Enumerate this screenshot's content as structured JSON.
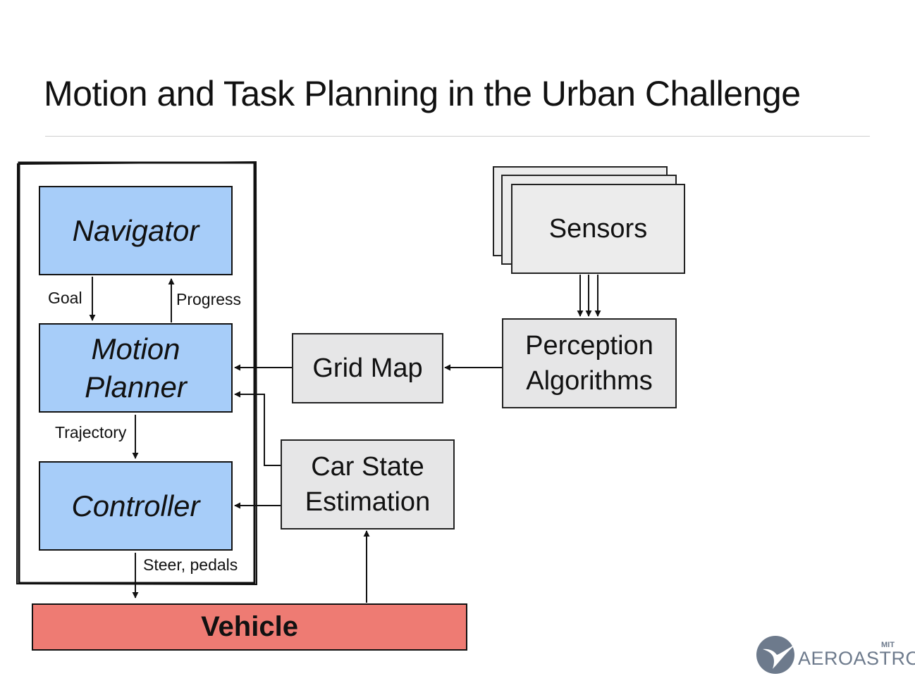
{
  "slide": {
    "title": "Motion and Task Planning in the Urban Challenge"
  },
  "nodes": {
    "navigator": "Navigator",
    "motion_planner": "Motion\nPlanner",
    "controller": "Controller",
    "sensors": "Sensors",
    "perception": "Perception\nAlgorithms",
    "grid_map": "Grid Map",
    "car_state": "Car State\nEstimation",
    "vehicle": "Vehicle"
  },
  "edge_labels": {
    "goal": "Goal",
    "progress": "Progress",
    "trajectory": "Trajectory",
    "steer_pedals": "Steer, pedals"
  },
  "logo": {
    "brand": "AEROASTRO",
    "mit": "MIT",
    "icon": "aeroastro-swoosh-icon"
  },
  "colors": {
    "planner_blocks": "#a7cdf9",
    "support_blocks": "#e6e6e7",
    "vehicle": "#ee7b73",
    "logo": "#6d7a8c"
  }
}
